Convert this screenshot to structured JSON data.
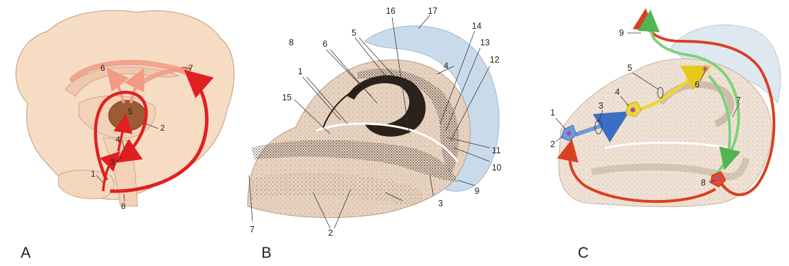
{
  "panels": [
    {
      "letter": "A",
      "labels": [
        "1",
        "2",
        "3",
        "4",
        "5",
        "6",
        "7",
        "8"
      ]
    },
    {
      "letter": "B",
      "labels": [
        "1",
        "2",
        "3",
        "4",
        "5",
        "6",
        "7",
        "8",
        "9",
        "10",
        "11",
        "12",
        "13",
        "14",
        "15",
        "16",
        "17"
      ]
    },
    {
      "letter": "C",
      "labels": [
        "1",
        "2",
        "3",
        "4",
        "5",
        "6",
        "7",
        "8",
        "9"
      ]
    }
  ],
  "colors": {
    "brain_fill": "#f7dcc4",
    "brain_stroke": "#c9a58a",
    "pathway_red": "#e02020",
    "pathway_faint": "#f19a84",
    "nucleus_brown": "#9c5a35",
    "ventricle_blue": "#c9dbea",
    "tissue_tan": "#e7d2c0",
    "cell_dark": "#2a211c",
    "neuron_blue": "#6f99d8",
    "neuron_yellow": "#ecd63a",
    "neuron_red": "#e04a2d",
    "axon_green": "#7bd27a"
  }
}
